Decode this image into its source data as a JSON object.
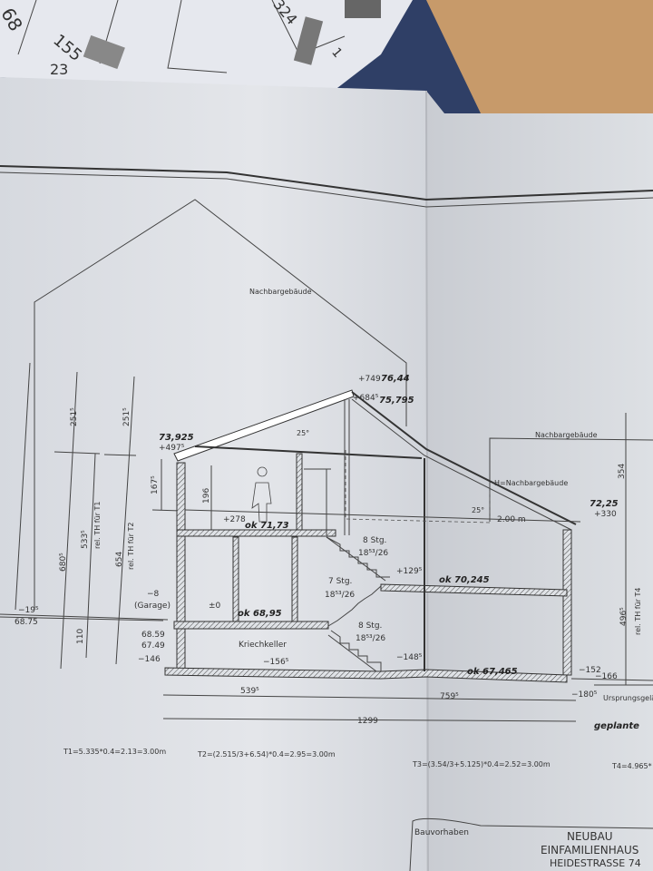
{
  "background_map": {
    "parcels": [
      "68",
      "155",
      "23",
      "324",
      "1"
    ]
  },
  "drawing": {
    "neighbor_left": "Nachbargebäude",
    "neighbor_right": "Nachbargebäude",
    "neighbor_height": "H=Nachbargebäude",
    "dim_2515_a": "251⁵",
    "dim_2515_b": "251⁵",
    "dim_6805": "680⁵",
    "dim_5335": "533⁵",
    "th_t1": "rel. TH für T1",
    "dim_654": "654",
    "th_t2": "rel. TH für T2",
    "dim_110": "110",
    "dim_1675": "167⁵",
    "dim_196": "196",
    "lvl_m195": "−19⁵",
    "lvl_6875": "68.75",
    "lvl_m8": "−8",
    "garage": "(Garage)",
    "lvl_6859": "68.59",
    "lvl_6749": "67.49",
    "lvl_m146": "−146",
    "hw_73925": "73,925",
    "lvl_4975": "+497⁵",
    "angle_25a": "25°",
    "lvl_749": "+749",
    "hw_7644": "76,44",
    "lvl_6845": "+684⁵",
    "hw_75795": "75,795",
    "lvl_278": "+278",
    "hw_7173": "ok 71,73",
    "lvl_0": "±0",
    "hw_6895": "ok 68,95",
    "kriechkeller": "Kriechkeller",
    "lvl_m1565": "−156⁵",
    "stairs_upper": "8 Stg.",
    "stairs_upper_ratio": "18⁵³/26",
    "stairs_mid": "7 Stg.",
    "stairs_mid_ratio": "18⁵³/26",
    "stairs_lower": "8 Stg.",
    "stairs_lower_ratio": "18⁵³/26",
    "lvl_1295": "+129⁵",
    "hw_70245": "ok 70,245",
    "lvl_m1485": "−148⁵",
    "hw_67465": "ok 67,465",
    "angle_25b": "25°",
    "dist_200": "2.00 m",
    "hw_7225": "72,25",
    "lvl_330": "+330",
    "dim_354": "354",
    "dim_4965": "496⁵",
    "th_t4": "rel. TH für T4",
    "lvl_m152": "−152",
    "lvl_m166": "−166",
    "lvl_m1805": "−180⁵",
    "ursprung": "Ursprungsgelände",
    "dim_5395": "539⁵",
    "dim_7595": "759⁵",
    "dim_1299": "1299",
    "hw_geplant": "geplante"
  },
  "formulas": {
    "t1": "T1=5.335*0.4=2.13=3.00m",
    "t2": "T2=(2.515/3+6.54)*0.4=2.95=3.00m",
    "t3": "T3=(3.54/3+5.125)*0.4=2.52=3.00m",
    "t4": "T4=4.965*"
  },
  "title_block": {
    "label": "Bauvorhaben",
    "line1": "NEUBAU",
    "line2": "EINFAMILIENHAUS",
    "line3": "HEIDESTRASSE 74"
  }
}
